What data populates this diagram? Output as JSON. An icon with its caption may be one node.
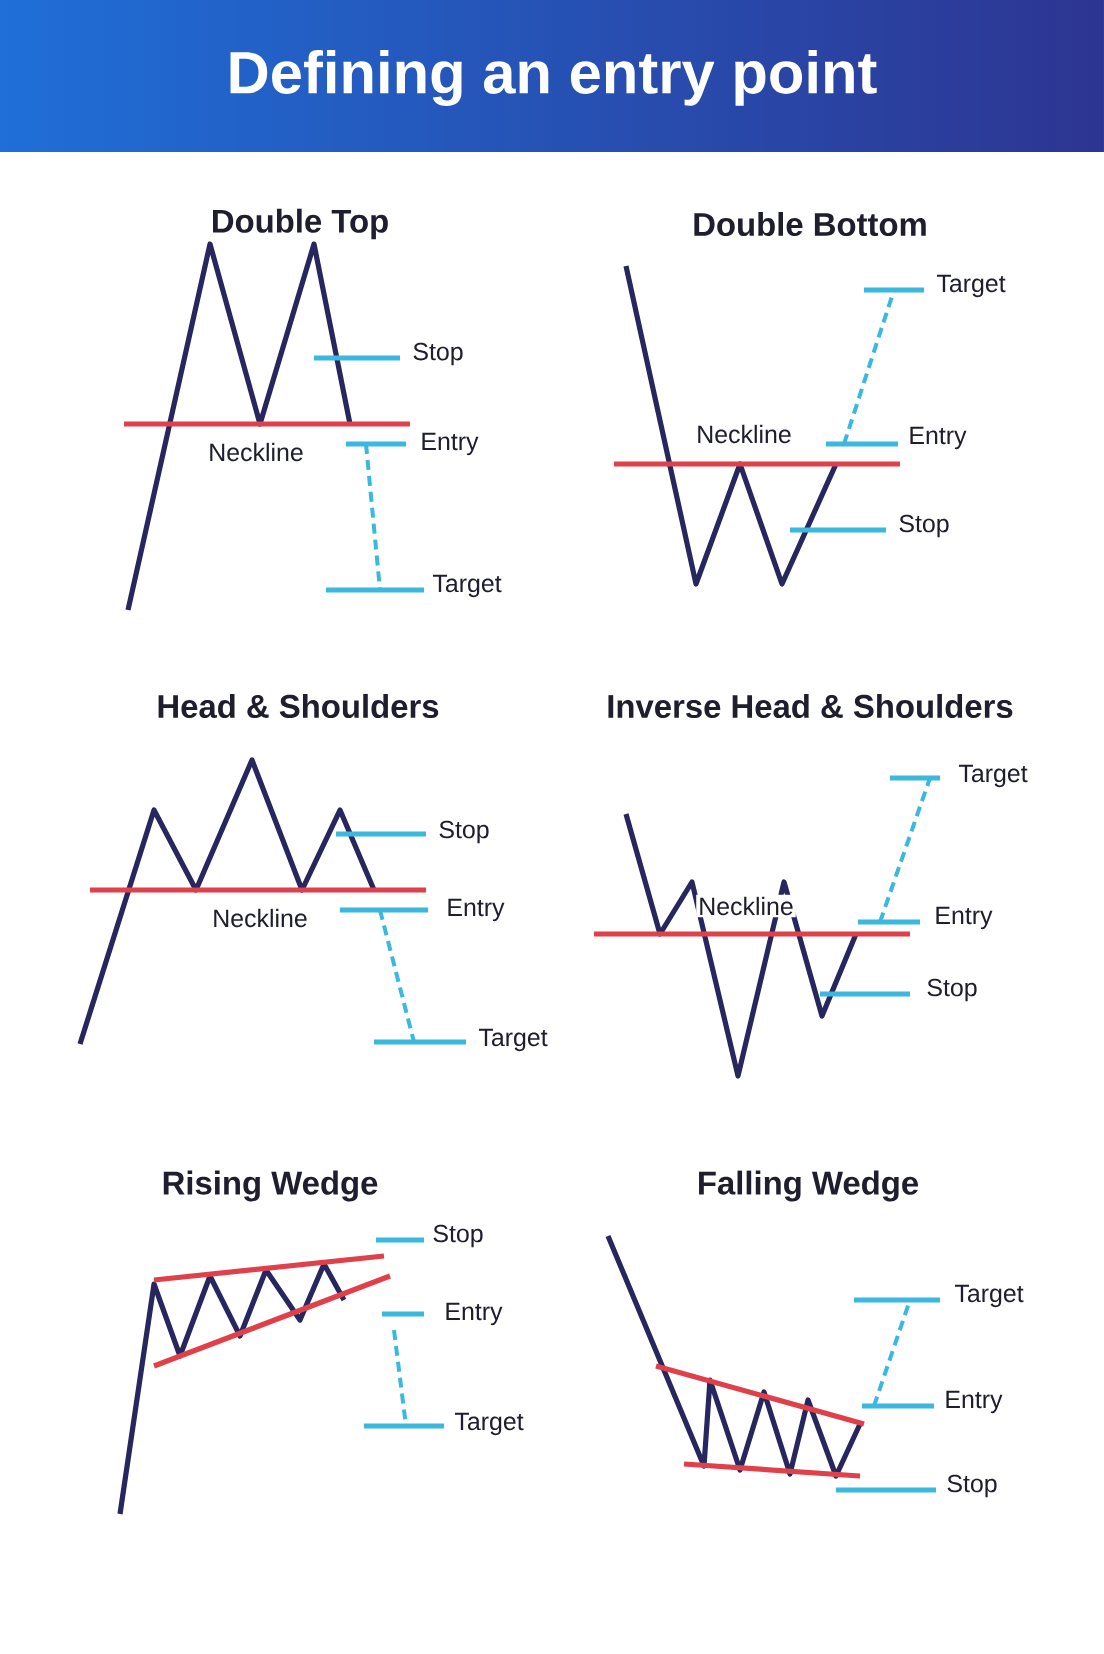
{
  "diagram": {
    "title": "Defining an entry point",
    "labels": [
      "Double Top",
      "Stop",
      "Neckline",
      "Entry",
      "Target",
      "Double Bottom",
      "Target",
      "Neckline",
      "Entry",
      "Stop",
      "Head & Shoulders",
      "Stop",
      "Neckline",
      "Entry",
      "Target",
      "Inverse Head & Shoulders",
      "Target",
      "Neckline",
      "Entry",
      "Stop",
      "Rising Wedge",
      "Stop",
      "Entry",
      "Target",
      "Falling Wedge",
      "Target",
      "Entry",
      "Stop"
    ]
  }
}
